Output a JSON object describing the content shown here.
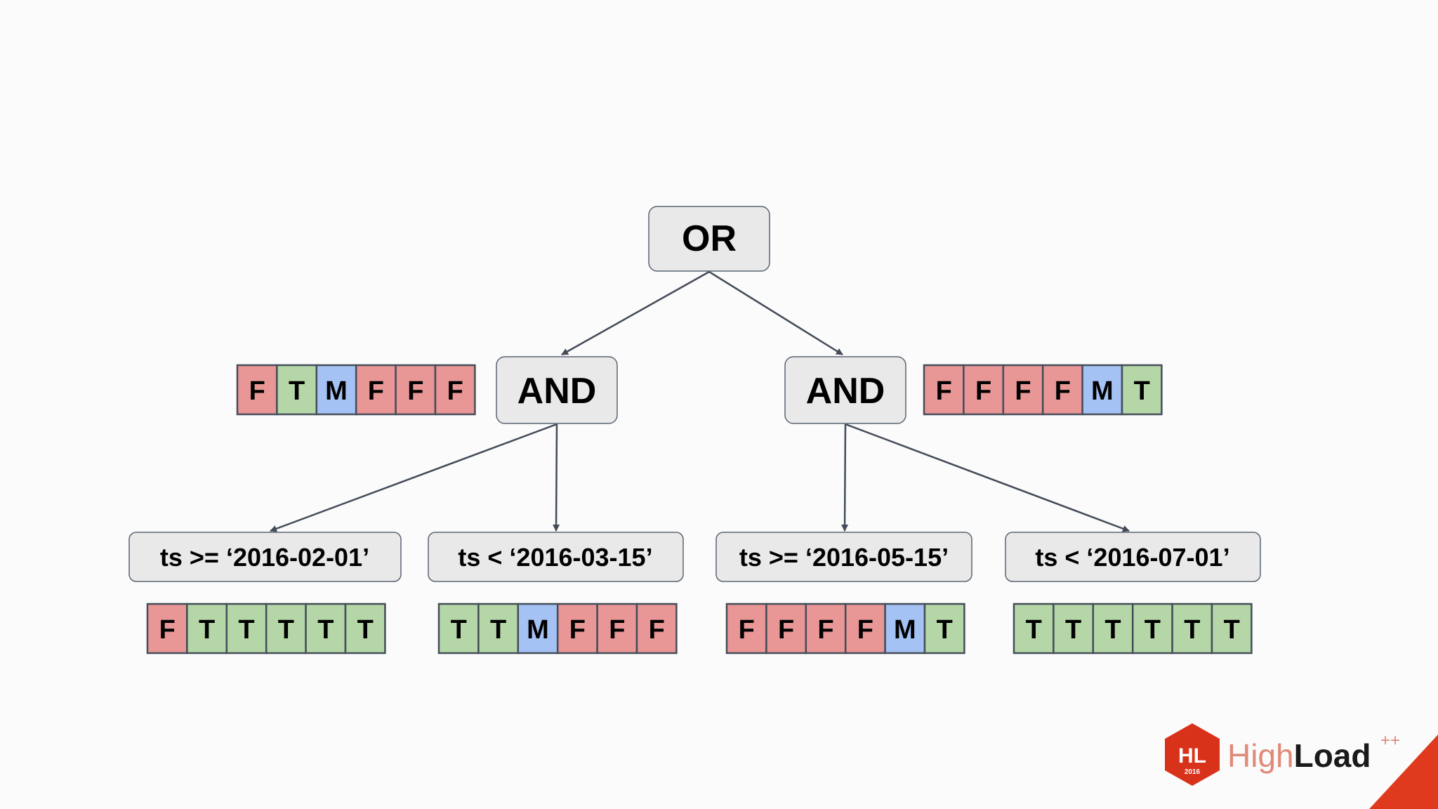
{
  "diagram": {
    "root": "OR",
    "and_nodes": [
      "AND",
      "AND"
    ],
    "leaves": [
      "ts >= ‘2016-02-01’",
      "ts < ‘2016-03-15’",
      "ts >= ‘2016-05-15’",
      "ts < ‘2016-07-01’"
    ],
    "and_marks": [
      [
        "F",
        "T",
        "M",
        "F",
        "F",
        "F"
      ],
      [
        "F",
        "F",
        "F",
        "F",
        "M",
        "T"
      ]
    ],
    "leaf_marks": [
      [
        "F",
        "T",
        "T",
        "T",
        "T",
        "T"
      ],
      [
        "T",
        "T",
        "M",
        "F",
        "F",
        "F"
      ],
      [
        "F",
        "F",
        "F",
        "F",
        "M",
        "T"
      ],
      [
        "T",
        "T",
        "T",
        "T",
        "T",
        "T"
      ]
    ],
    "mark_colors": {
      "F": "#e99696",
      "T": "#b5d7a7",
      "M": "#a4c2f4"
    }
  },
  "branding": {
    "logo_badge": "HL",
    "logo_year": "2016",
    "logo_high": "High",
    "logo_load": "Load",
    "logo_plus": "++",
    "accent": "#e03a1e"
  }
}
